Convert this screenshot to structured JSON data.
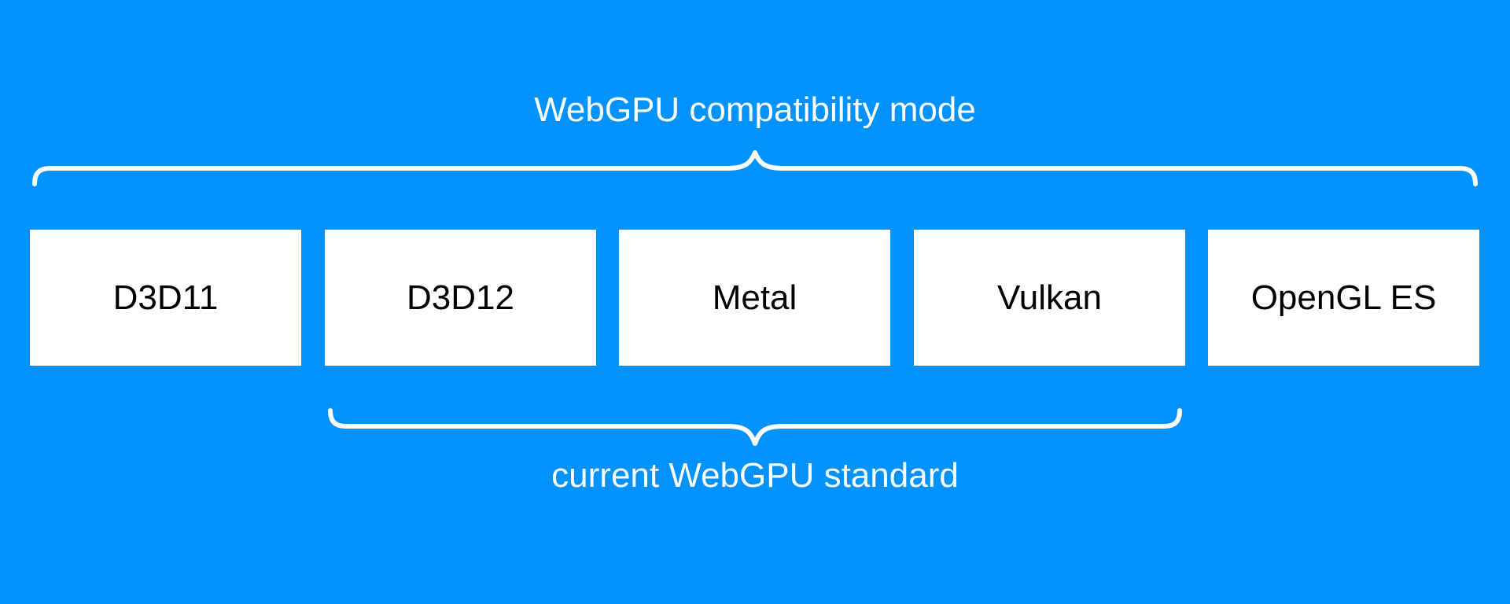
{
  "diagram": {
    "compat_label": "WebGPU compatibility mode",
    "standard_label": "current WebGPU standard",
    "backends": [
      "D3D11",
      "D3D12",
      "Metal",
      "Vulkan",
      "OpenGL ES"
    ]
  },
  "colors": {
    "background": "#0092FF",
    "box": "#FFFFFF",
    "text_on_background": "#FFFFFF",
    "text_on_box": "#000000"
  }
}
